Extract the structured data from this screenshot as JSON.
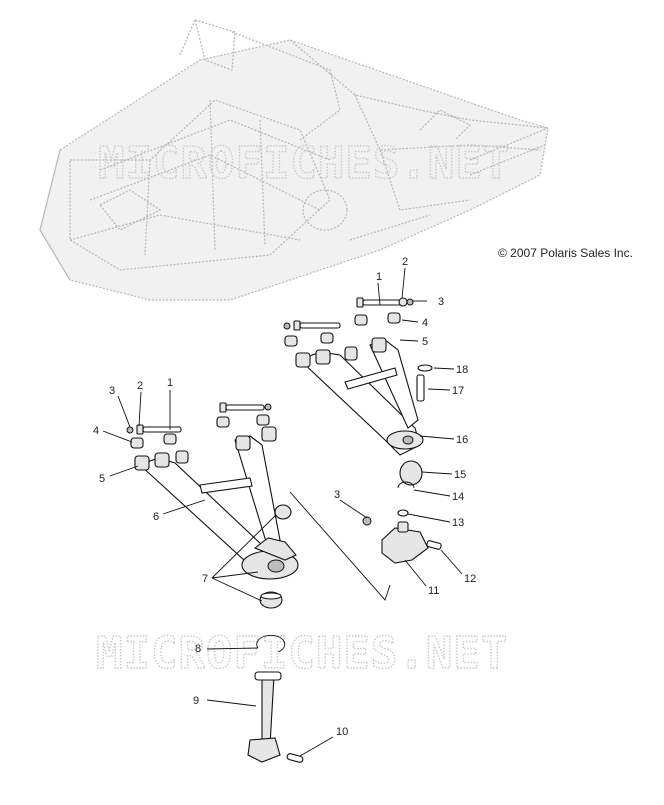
{
  "copyright": "© 2007 Polaris Sales Inc.",
  "watermark": "MICROFICHES.NET",
  "callouts": {
    "c1a": "1",
    "c2a": "2",
    "c3a": "3",
    "c4a": "4",
    "c5a": "5",
    "c18": "18",
    "c17": "17",
    "c16": "16",
    "c15": "15",
    "c14": "14",
    "c13": "13",
    "c12": "12",
    "c11": "11",
    "c3b": "3",
    "c1b": "1",
    "c2b": "2",
    "c3c": "3",
    "c4b": "4",
    "c5b": "5",
    "c6": "6",
    "c7": "7",
    "c8": "8",
    "c9": "9",
    "c10": "10"
  }
}
